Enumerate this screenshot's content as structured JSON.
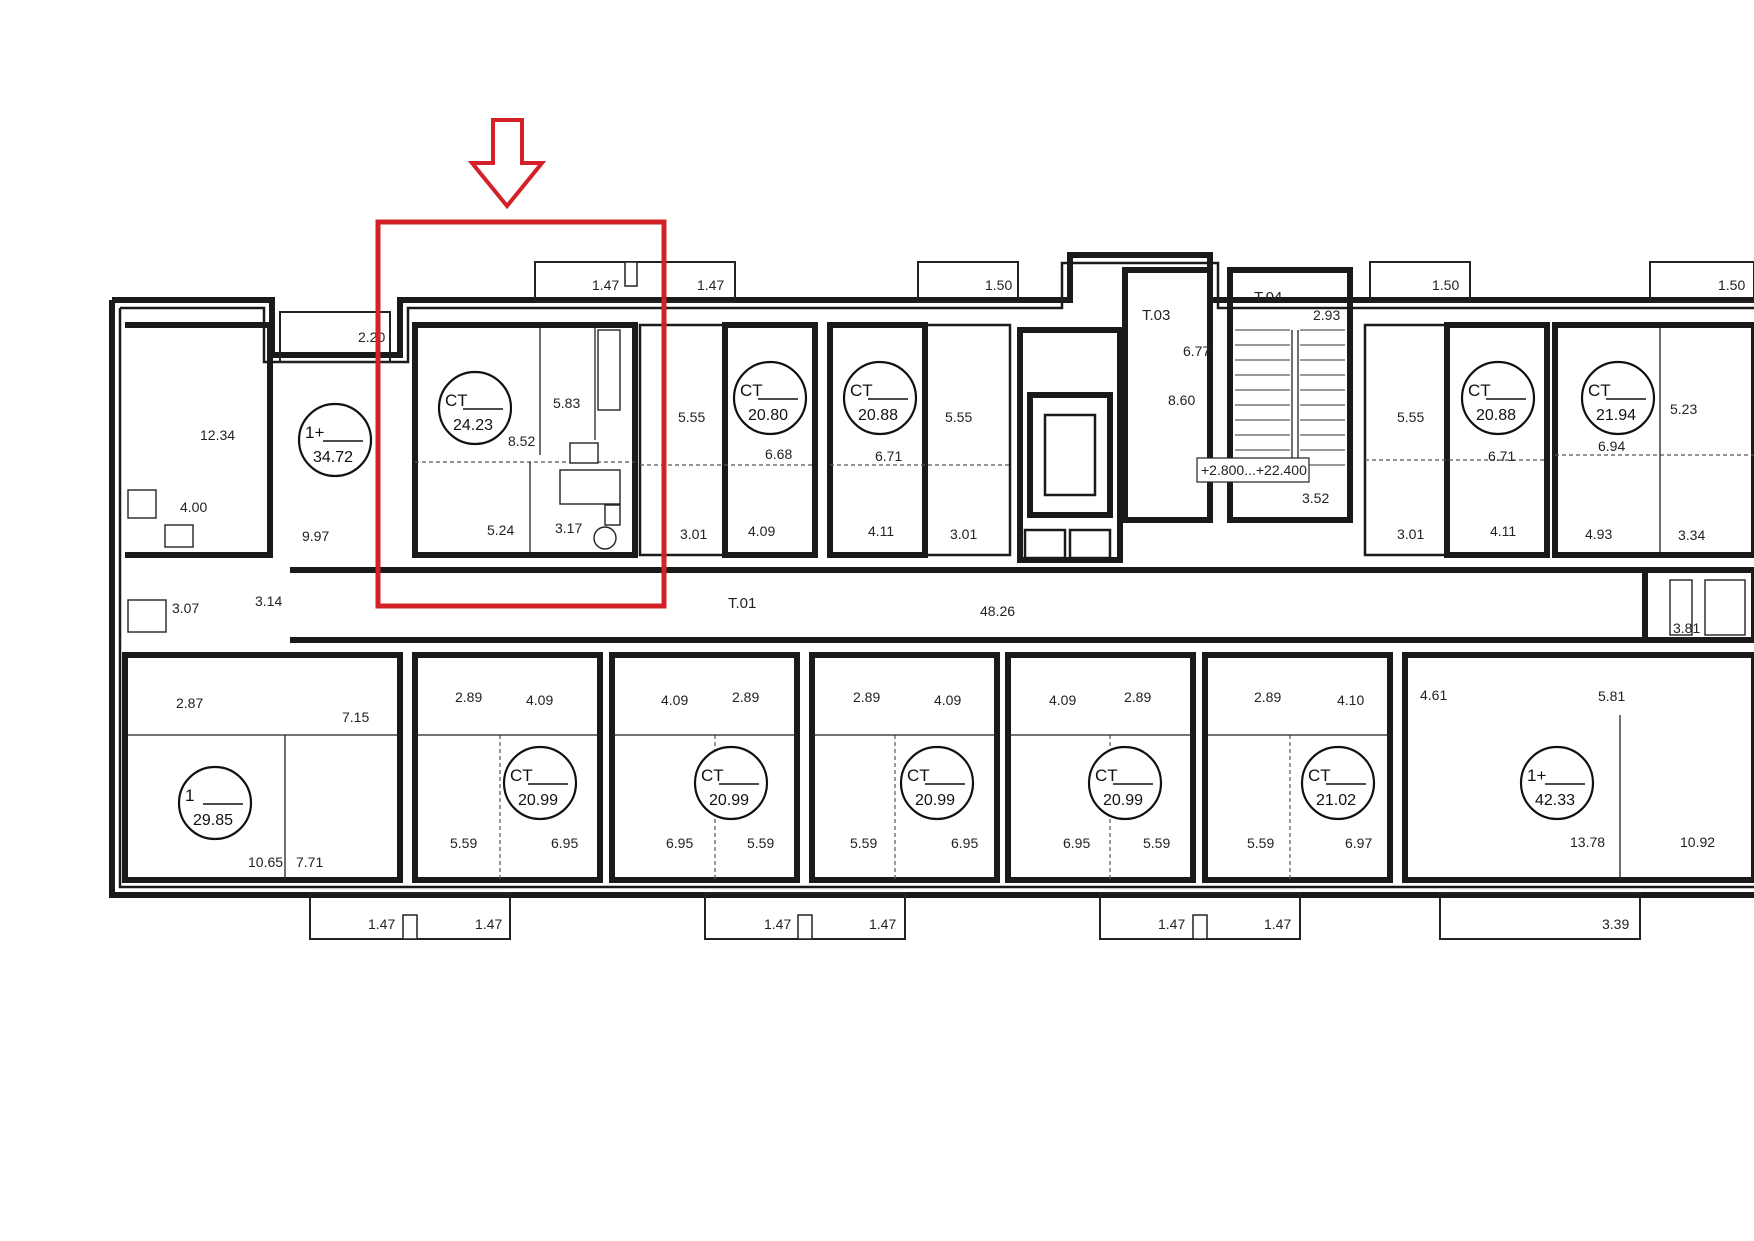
{
  "plan": {
    "elevation_tag": "+2.800...+22.400",
    "corridor_label": "T.01",
    "corridor_area": "48.26",
    "stair_labels": [
      "T.03",
      "T.04"
    ],
    "stair_areas": [
      "6.77",
      "8.60",
      "2.93",
      "3.52"
    ]
  },
  "highlight": {
    "color": "#d42027",
    "arrow": "down-arrow-icon",
    "target_apartment": "CT 24.23"
  },
  "apartments_top": [
    {
      "type": "1+",
      "area": "34.72"
    },
    {
      "type": "CT",
      "area": "24.23"
    },
    {
      "type": "CT",
      "area": "20.80"
    },
    {
      "type": "CT",
      "area": "20.88"
    },
    {
      "type": "CT",
      "area": "20.88"
    },
    {
      "type": "CT",
      "area": "21.94"
    }
  ],
  "apartments_bottom": [
    {
      "type": "1",
      "area": "29.85"
    },
    {
      "type": "CT",
      "area": "20.99"
    },
    {
      "type": "CT",
      "area": "20.99"
    },
    {
      "type": "CT",
      "area": "20.99"
    },
    {
      "type": "CT",
      "area": "20.99"
    },
    {
      "type": "CT",
      "area": "21.02"
    },
    {
      "type": "1+",
      "area": "42.33"
    }
  ],
  "room_areas": [
    "12.34",
    "4.00",
    "3.07",
    "3.14",
    "9.97",
    "2.20",
    "5.83",
    "8.52",
    "5.24",
    "3.17",
    "1.47",
    "1.47",
    "5.55",
    "6.68",
    "3.01",
    "4.09",
    "6.71",
    "4.11",
    "5.55",
    "3.01",
    "1.50",
    "5.55",
    "3.01",
    "6.71",
    "4.11",
    "1.50",
    "5.23",
    "6.94",
    "4.93",
    "3.34",
    "1.50",
    "3.81",
    "2.87",
    "7.15",
    "10.65",
    "7.71",
    "2.89",
    "4.09",
    "5.59",
    "6.95",
    "4.09",
    "2.89",
    "6.95",
    "5.59",
    "2.89",
    "4.09",
    "5.59",
    "6.95",
    "4.09",
    "2.89",
    "6.95",
    "5.59",
    "2.89",
    "4.10",
    "5.59",
    "6.97",
    "4.61",
    "5.81",
    "13.78",
    "10.92",
    "1.47",
    "1.47",
    "1.47",
    "1.47",
    "1.47",
    "1.47",
    "3.39"
  ]
}
